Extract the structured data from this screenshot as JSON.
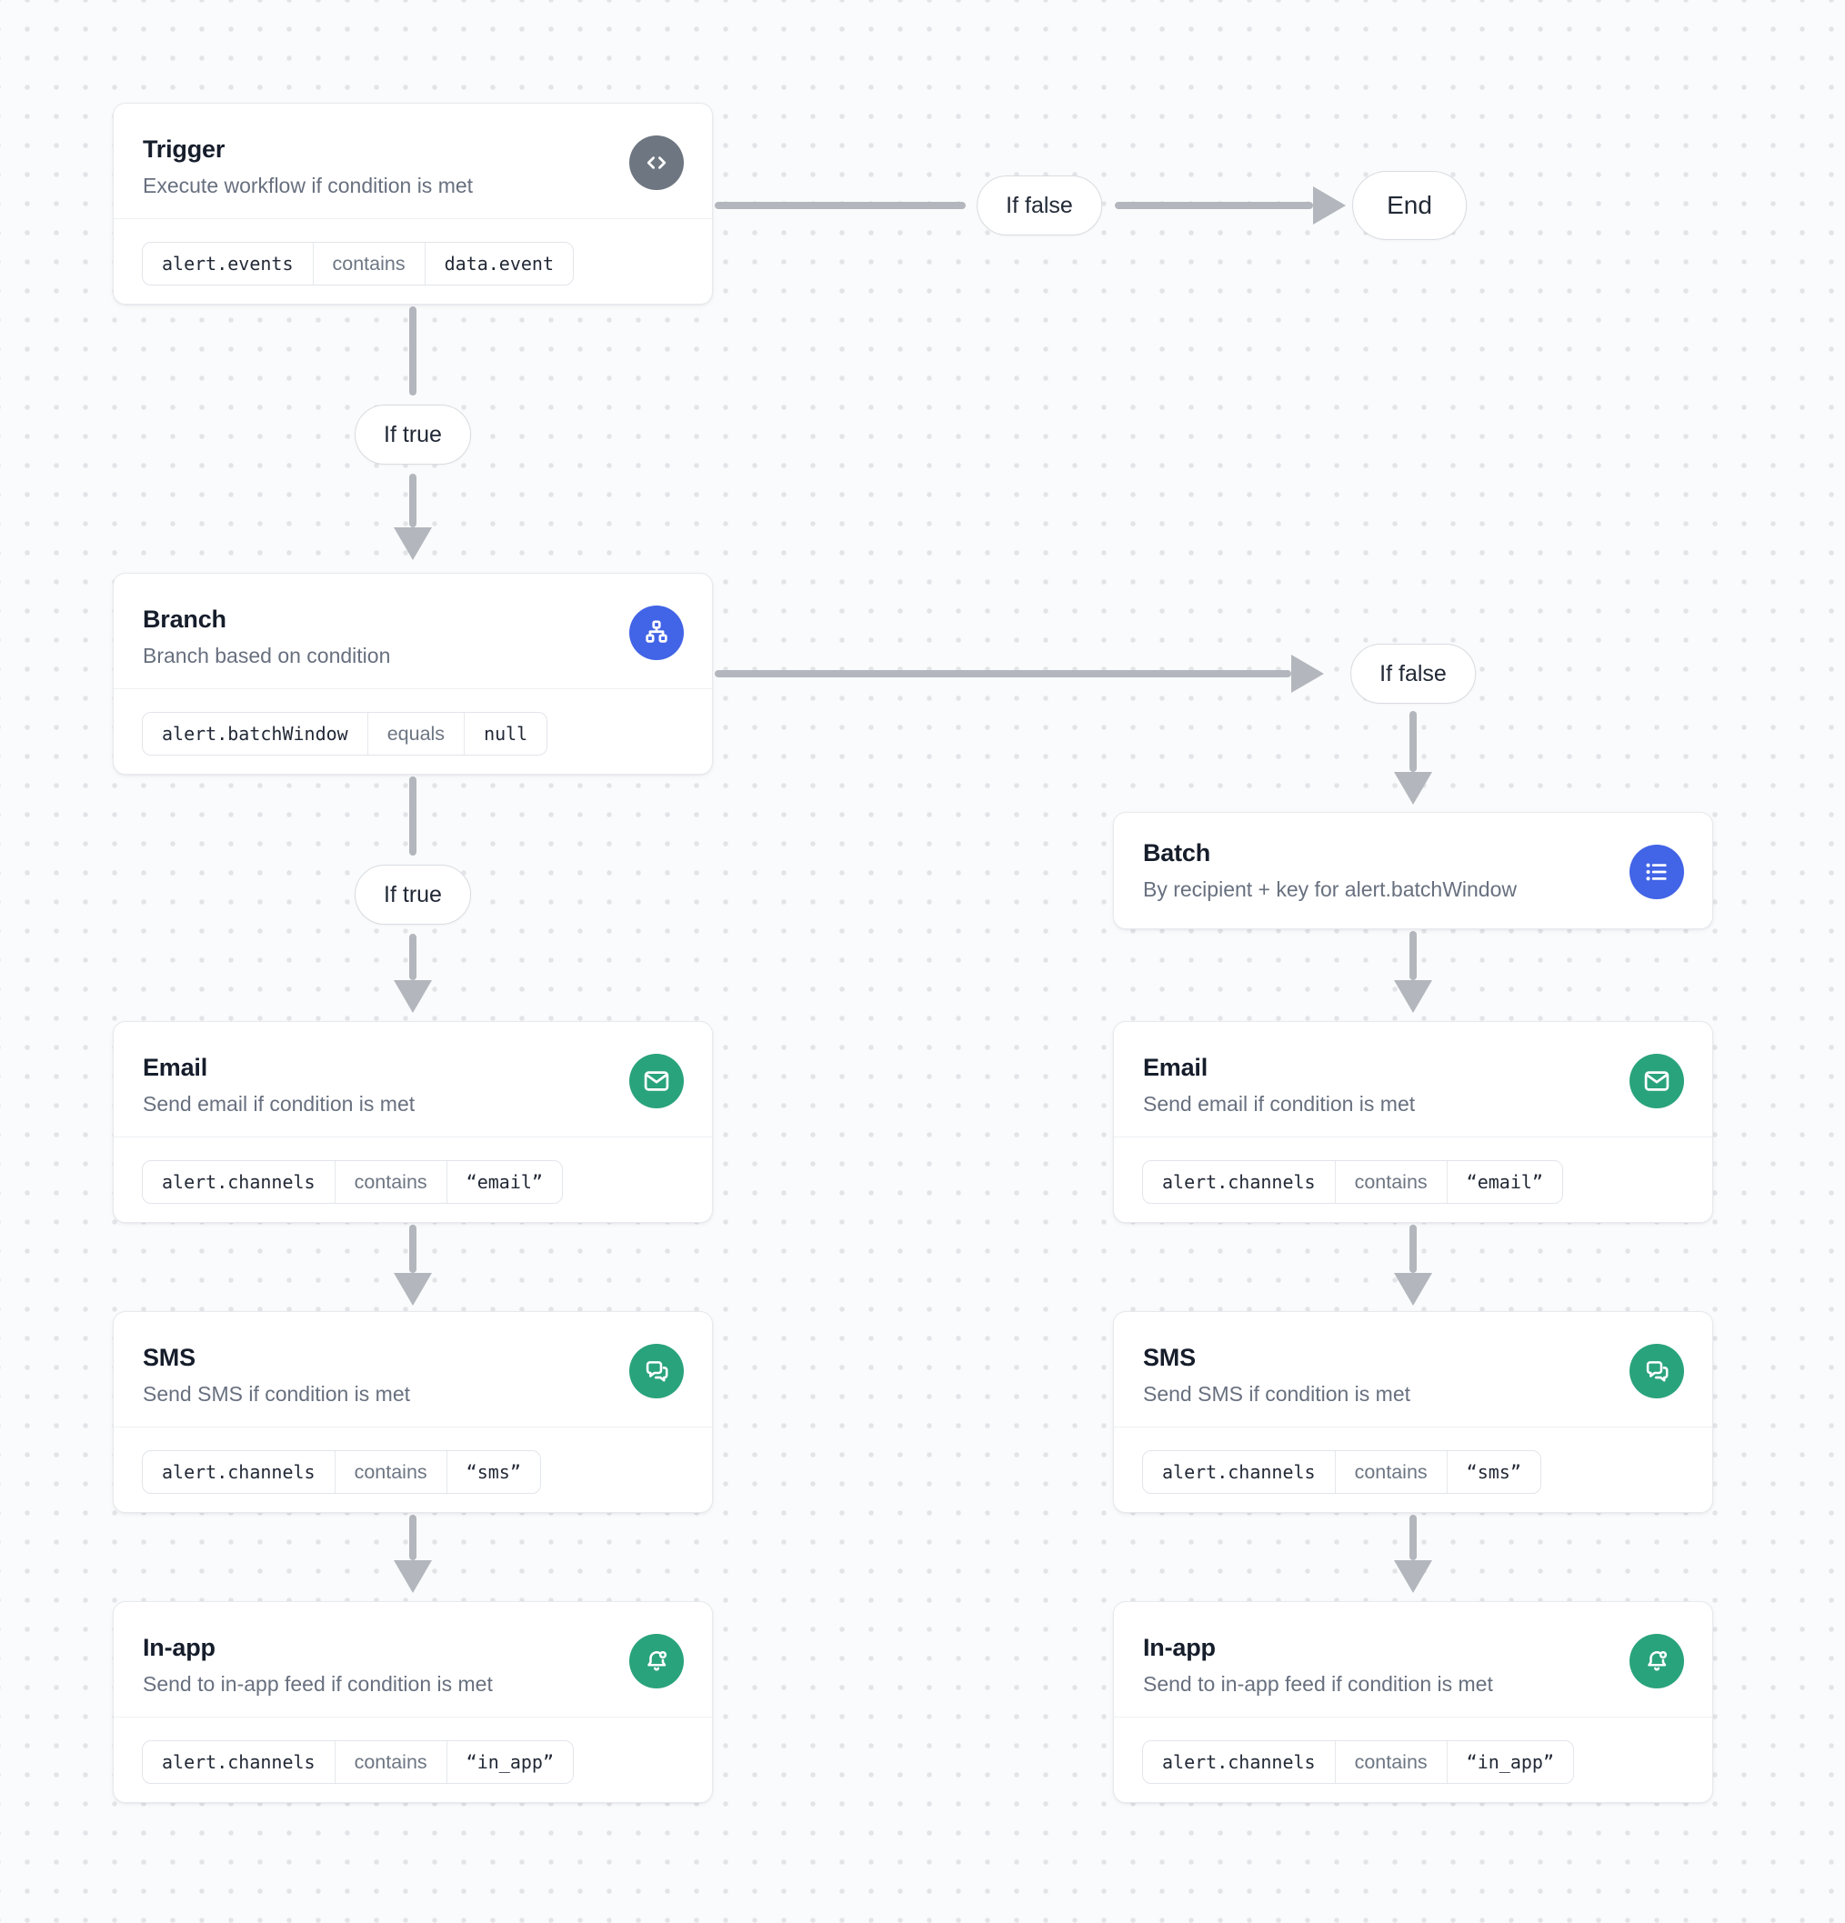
{
  "colors": {
    "accent_blue": "#4264e6",
    "accent_green": "#29a37c",
    "icon_gray": "#6e7681",
    "arrow_gray": "#b3b7bd",
    "canvas_bg": "#fafbfc"
  },
  "nodes": {
    "trigger": {
      "title": "Trigger",
      "subtitle": "Execute workflow if condition is met",
      "icon": "code-icon",
      "condition": {
        "field": "alert.events",
        "operator": "contains",
        "value": "data.event"
      }
    },
    "branch": {
      "title": "Branch",
      "subtitle": "Branch based on condition",
      "icon": "branch-icon",
      "condition": {
        "field": "alert.batchWindow",
        "operator": "equals",
        "value": "null"
      }
    },
    "batch": {
      "title": "Batch",
      "subtitle": "By recipient + key for alert.batchWindow",
      "icon": "list-icon"
    },
    "email": {
      "title": "Email",
      "subtitle": "Send email if condition is met",
      "icon": "mail-icon",
      "condition": {
        "field": "alert.channels",
        "operator": "contains",
        "value": "“email”"
      }
    },
    "sms": {
      "title": "SMS",
      "subtitle": "Send SMS if condition is met",
      "icon": "chat-icon",
      "condition": {
        "field": "alert.channels",
        "operator": "contains",
        "value": "“sms”"
      }
    },
    "inapp": {
      "title": "In-app",
      "subtitle": "Send to in-app feed if condition is met",
      "icon": "bell-icon",
      "condition": {
        "field": "alert.channels",
        "operator": "contains",
        "value": "“in_app”"
      }
    }
  },
  "edges": {
    "if_true": "If true",
    "if_false": "If false",
    "end": "End"
  }
}
